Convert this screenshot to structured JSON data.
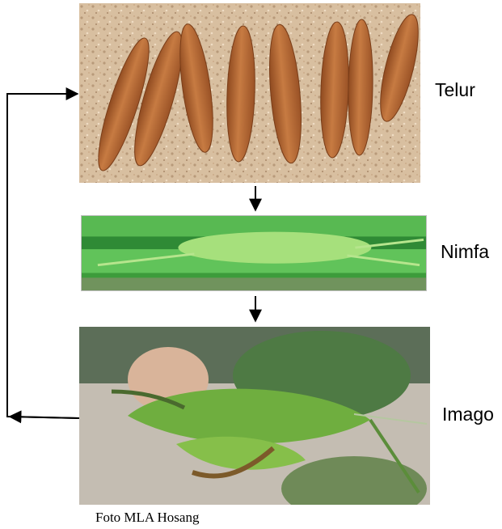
{
  "stages": {
    "egg_label": "Telur",
    "nymph_label": "Nimfa",
    "adult_label": "Imago"
  },
  "credit": "Foto MLA Hosang",
  "colors": {
    "arrow": "#000000",
    "egg": "#b86a35",
    "leaf": "#49b34a",
    "background": "#ffffff"
  }
}
